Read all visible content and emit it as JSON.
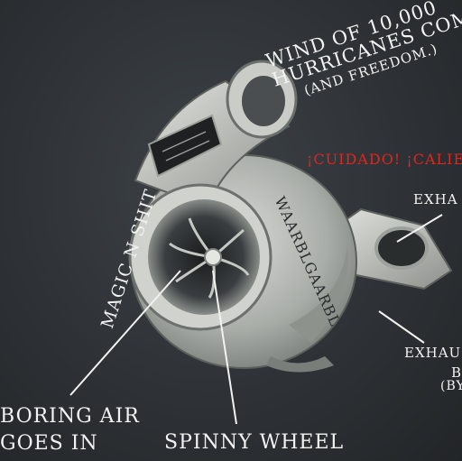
{
  "labels": {
    "wind_line1": "WIND OF 10,000",
    "wind_line2": "HURRICANES COME",
    "wind_line3": "(AND FREEDOM.)",
    "cuidado": "¡CUIDADO! ¡CALIEN",
    "exhaust_top": "EXHA",
    "magic": "MAGIC N SHIT",
    "waarbl": "WAARBLGAARBL",
    "exhaust_bottom": "EXHAU",
    "b_fragment": "B",
    "by_fragment": "(BY",
    "boring_line1": "BORING AIR",
    "boring_line2": "GOES IN",
    "spinny": "SPINNY WHEEL"
  },
  "colors": {
    "background": "#2e3236",
    "text": "#f2f2f2",
    "warning": "#e0261c",
    "metal": "#b9bdb8"
  },
  "icons": {
    "main": "turbocharger-illustration",
    "plate": "data-plate-icon"
  }
}
